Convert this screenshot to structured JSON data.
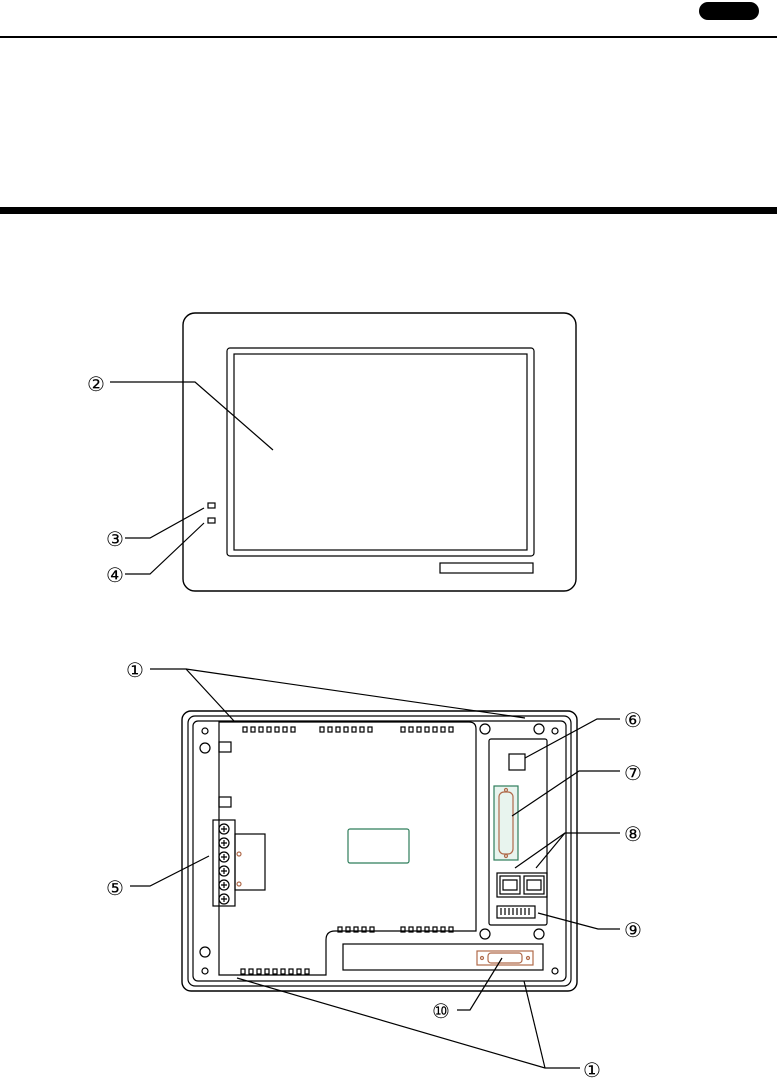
{
  "header": {
    "badge_color": "#000000"
  },
  "figure": {
    "front_view": {
      "callouts": [
        "②",
        "③",
        "④"
      ]
    },
    "rear_view": {
      "callouts": [
        "①",
        "⑤",
        "⑥",
        "⑦",
        "⑧",
        "⑨",
        "⑩",
        "①"
      ]
    },
    "colors": {
      "line": "#000000",
      "connector_accent": "#2e7d5b",
      "connector_fill": "#e8f4ee",
      "screw_accent": "#b06a4a"
    }
  }
}
